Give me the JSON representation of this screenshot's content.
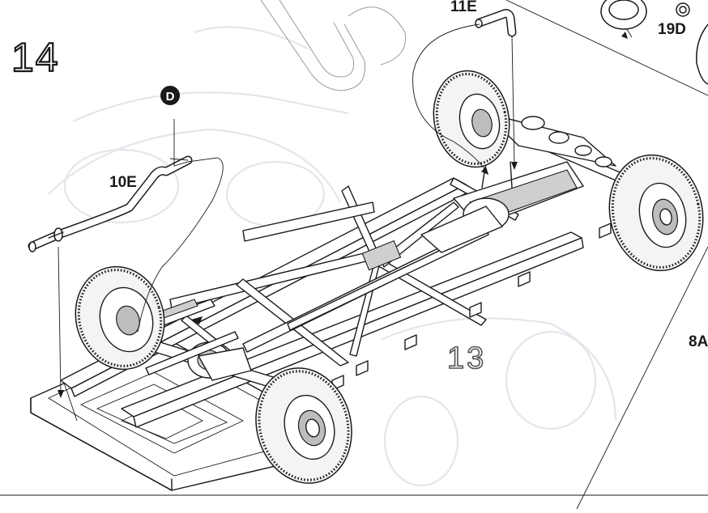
{
  "step_number": "14",
  "reference_step": "13",
  "labels": {
    "circle_marker": "D",
    "part_10e": "10E",
    "part_11e": "11E",
    "part_19d": "19D",
    "part_8a": "8A"
  },
  "colors": {
    "ink": "#1a1a1a",
    "ghost": "#e3e6ea",
    "shade": "#cfcfcf",
    "paper": "#ffffff"
  }
}
